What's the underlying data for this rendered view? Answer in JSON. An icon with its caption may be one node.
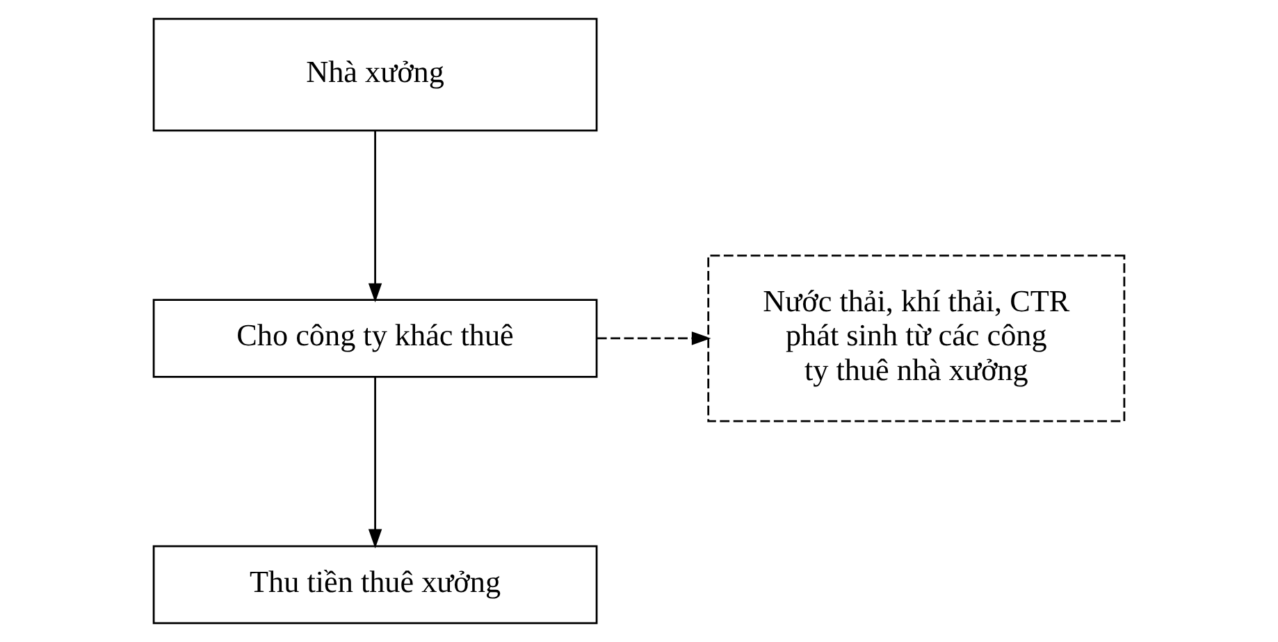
{
  "diagram": {
    "nodes": [
      {
        "text": [
          "Nhà xưởng"
        ]
      },
      {
        "text": [
          "Cho công ty khác thuê"
        ]
      },
      {
        "text": [
          "Nước thải, khí thải, CTR phát sinh từ các công ty thuê nhà xưởng"
        ]
      },
      {
        "text": [
          "Thu tiền thuê xưởng"
        ]
      }
    ],
    "edges": [
      {
        "from": 0,
        "to": 1,
        "arrow": "to"
      },
      {
        "from": 1,
        "to": 2,
        "arrow": "to",
        "style": "dashed"
      },
      {
        "from": 1,
        "to": 3,
        "arrow": "to"
      }
    ]
  }
}
